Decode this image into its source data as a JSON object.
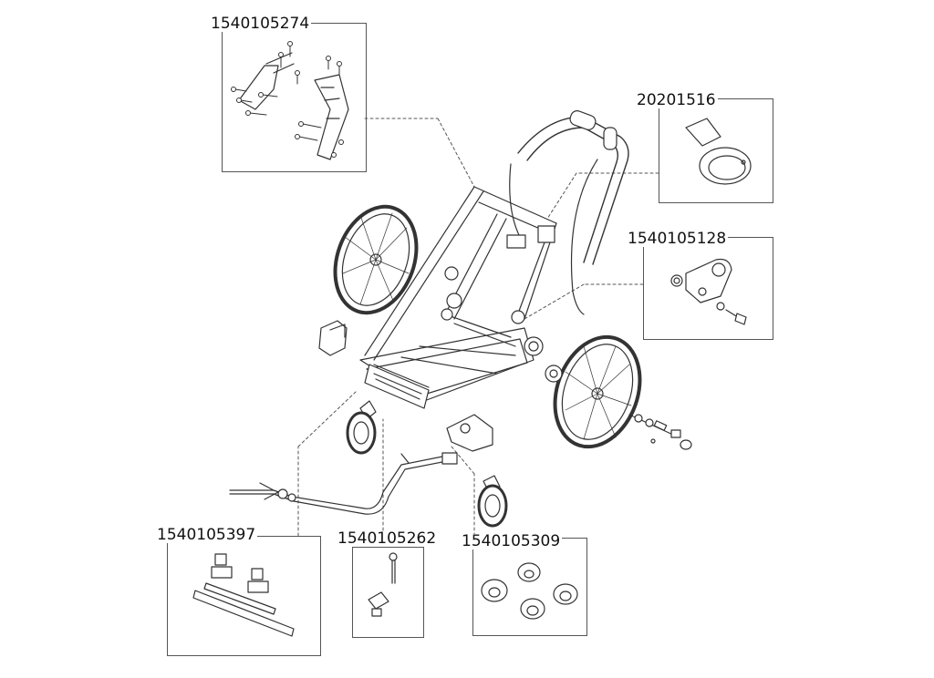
{
  "parts": [
    {
      "id": "mount-brackets",
      "number": "1540105274"
    },
    {
      "id": "brake-lever",
      "number": "20201516"
    },
    {
      "id": "wheel-hub-plate",
      "number": "1540105128"
    },
    {
      "id": "hitch-strips",
      "number": "1540105397"
    },
    {
      "id": "axle-pin",
      "number": "1540105262"
    },
    {
      "id": "wheel-caps",
      "number": "1540105309"
    }
  ],
  "colors": {
    "line": "#333333",
    "box": "#555555",
    "fill": "#f2f2f2",
    "text": "#111111"
  }
}
